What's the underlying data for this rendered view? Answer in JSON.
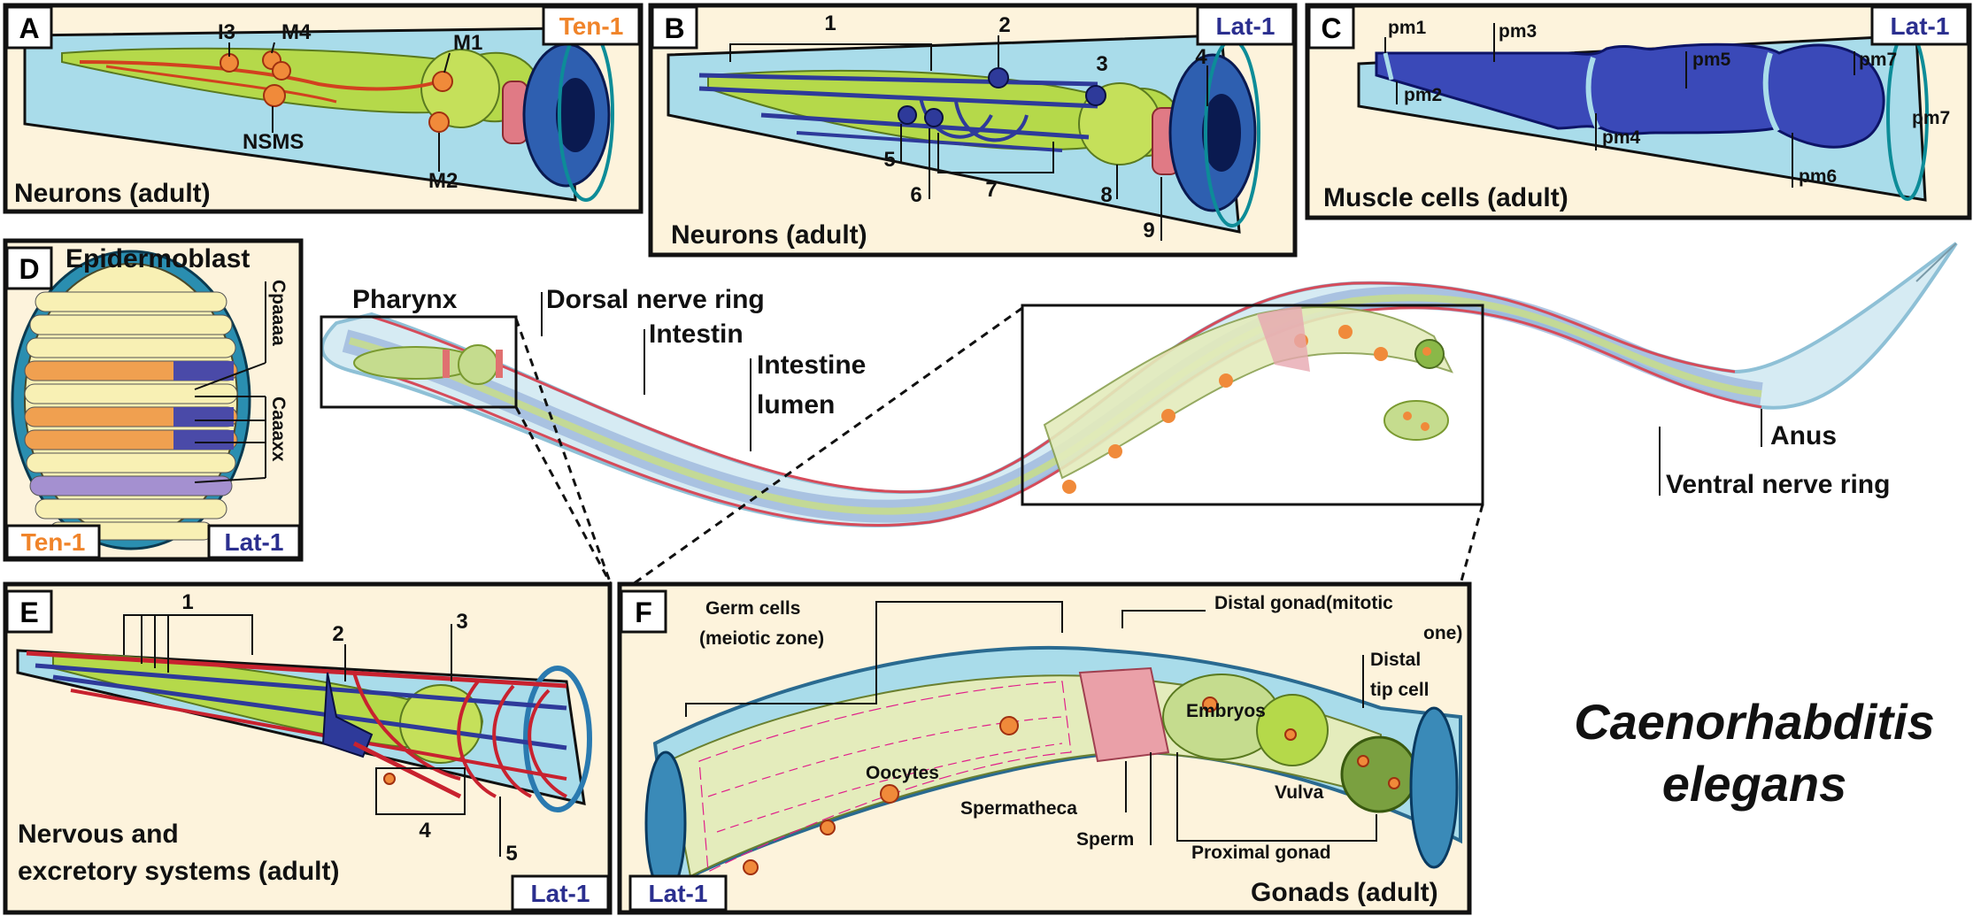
{
  "species": [
    "Caenorhabditis",
    "elegans"
  ],
  "colors": {
    "ten1": "#f0842a",
    "lat1": "#2b2f8f",
    "panel_bg": "#fdf3dc",
    "cuticle": "#a9dcea",
    "pharynx": "#b5d94a",
    "neuron_blue": "#2e3a9a",
    "muscle_blue": "#3a49b8",
    "red": "#c8222f",
    "pink_net": "#e0208a",
    "yellow": "#f8f0b4"
  },
  "panels": {
    "A": {
      "letter": "A",
      "tag": "Ten-1",
      "caption": "Neurons (adult)",
      "labels": {
        "i3": "I3",
        "m4": "M4",
        "m1": "M1",
        "nsms": "NSMS",
        "m2": "M2"
      }
    },
    "B": {
      "letter": "B",
      "tag": "Lat-1",
      "caption": "Neurons (adult)",
      "numbers": [
        "1",
        "2",
        "3",
        "4",
        "5",
        "6",
        "7",
        "8",
        "9"
      ]
    },
    "C": {
      "letter": "C",
      "tag": "Lat-1",
      "caption": "Muscle cells (adult)",
      "labels": {
        "pm1": "pm1",
        "pm2": "pm2",
        "pm3": "pm3",
        "pm4": "pm4",
        "pm5": "pm5",
        "pm6": "pm6",
        "pm7a": "pm7",
        "pm7b": "pm7"
      }
    },
    "D": {
      "letter": "D",
      "title": "Epidermoblast",
      "tag_left": "Ten-1",
      "tag_right": "Lat-1",
      "labels": {
        "cpaaaa": "Cpaaaa",
        "caaaxx": "Caaaxx"
      }
    },
    "E": {
      "letter": "E",
      "tag": "Lat-1",
      "caption_line1": "Nervous and",
      "caption_line2": "excretory systems (adult)",
      "numbers": [
        "1",
        "2",
        "3",
        "4",
        "5"
      ]
    },
    "F": {
      "letter": "F",
      "tag": "Lat-1",
      "caption": "Gonads (adult)",
      "labels": {
        "germ1": "Germ cells",
        "germ2": "(meiotic zone)",
        "distal1": "Distal gonad(mitotic",
        "distal2": "one)",
        "tip1": "Distal",
        "tip2": "tip cell",
        "embryos": "Embryos",
        "oocytes": "Oocytes",
        "spermatheca": "Spermatheca",
        "vulva": "Vulva",
        "sperm": "Sperm",
        "proximal": "Proximal gonad"
      }
    }
  },
  "worm_labels": {
    "pharynx": "Pharynx",
    "dorsal_nerve_ring": "Dorsal nerve ring",
    "intestin": "Intestin",
    "intestine_lumen_1": "Intestine",
    "intestine_lumen_2": "lumen",
    "anus": "Anus",
    "ventral_nerve_ring": "Ventral nerve ring"
  }
}
